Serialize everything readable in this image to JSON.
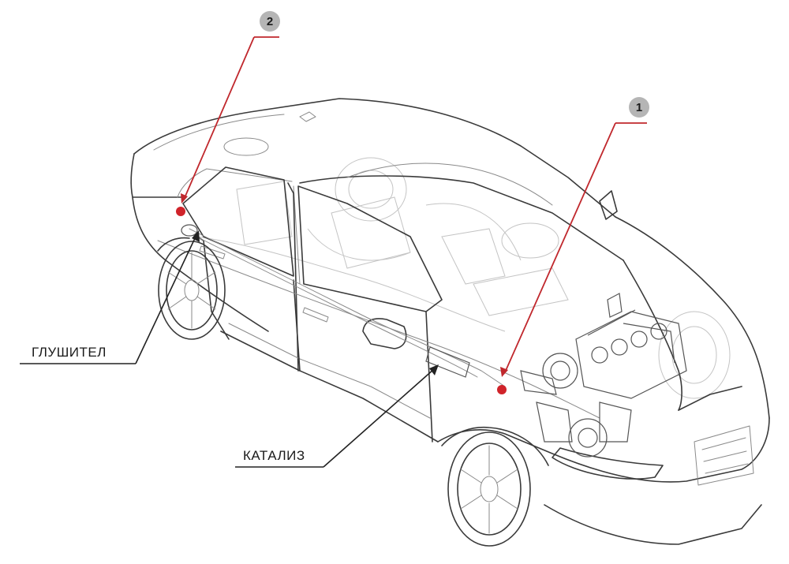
{
  "callouts": [
    {
      "number": "1"
    },
    {
      "number": "2"
    }
  ],
  "labels": {
    "muffler": "ГЛУШИТЕЛ",
    "catalyst": "КАТАЛИЗ"
  },
  "colors": {
    "callout_line": "#c0282d",
    "marker": "#d0232a",
    "badge_fill": "#b5b5b5",
    "pointer_line": "#222222"
  }
}
